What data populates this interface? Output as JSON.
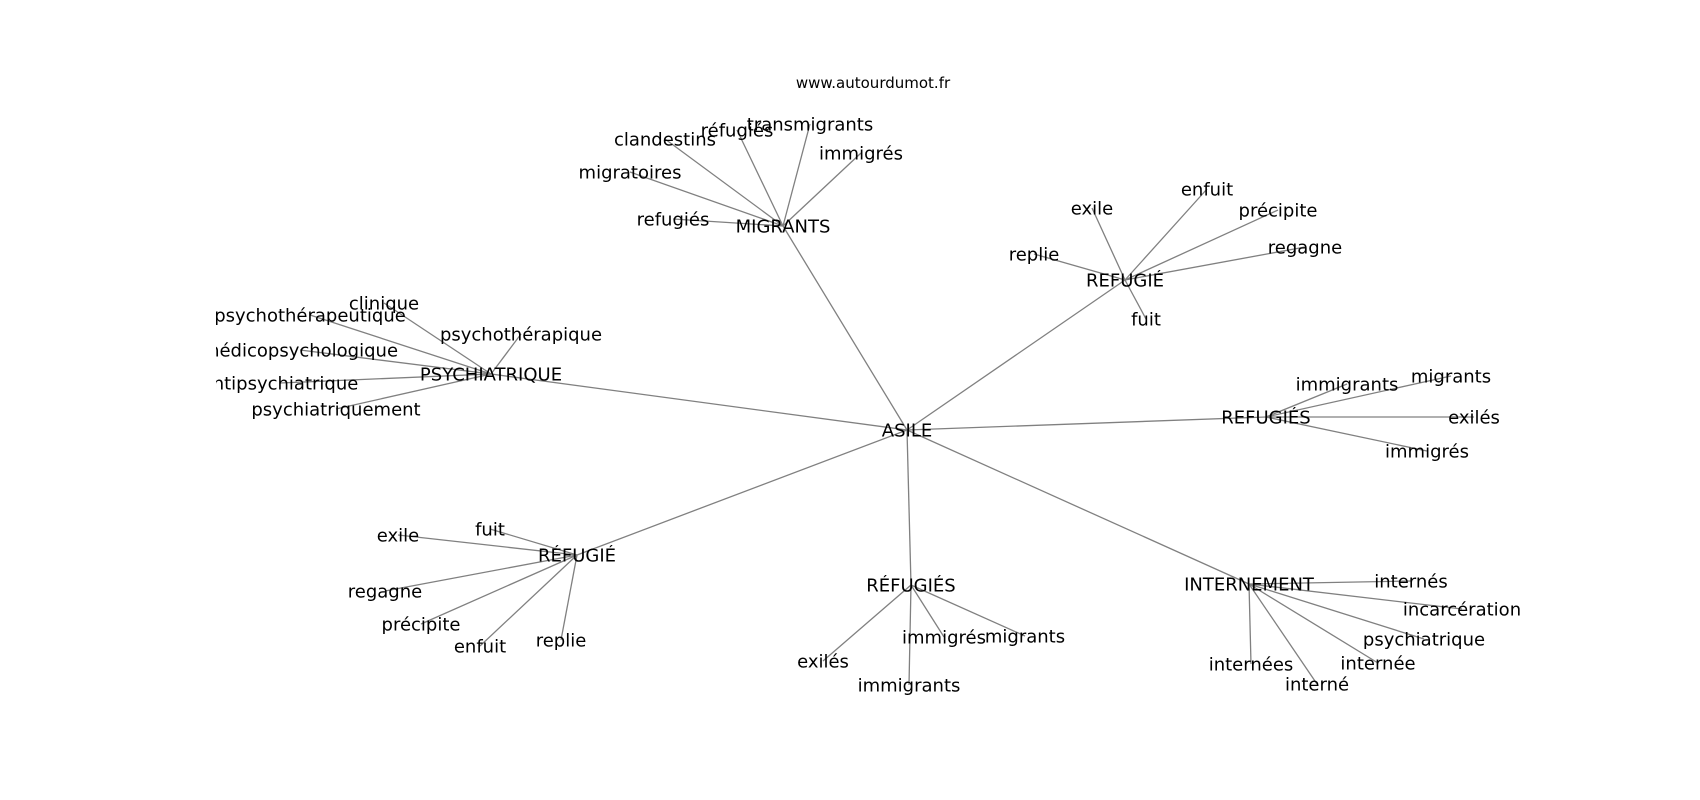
{
  "source": "www.autourdumot.fr",
  "center": "ASILE",
  "hubs": [
    {
      "id": "migrants",
      "label": "MIGRANTS",
      "leaves": [
        "clandestins",
        "réfugiés",
        "transmigrants",
        "immigrés",
        "migratoires",
        "refugiés"
      ]
    },
    {
      "id": "refugie-upper",
      "label": "REFUGIÉ",
      "leaves": [
        "exile",
        "enfuit",
        "précipite",
        "replie",
        "regagne",
        "fuit"
      ]
    },
    {
      "id": "psychiatrique",
      "label": "PSYCHIATRIQUE",
      "leaves": [
        "clinique",
        "psychothérapeutique",
        "psychothérapique",
        "médicopsychologique",
        "antipsychiatrique",
        "psychiatriquement"
      ]
    },
    {
      "id": "refugies-right",
      "label": "REFUGIÉS",
      "leaves": [
        "immigrants",
        "migrants",
        "exilés",
        "immigrés"
      ]
    },
    {
      "id": "refugie-lower",
      "label": "RÉFUGIÉ",
      "leaves": [
        "exile",
        "fuit",
        "regagne",
        "précipite",
        "enfuit",
        "replie"
      ]
    },
    {
      "id": "refugies-bottom",
      "label": "RÉFUGIÉS",
      "leaves": [
        "exilés",
        "immigrés",
        "migrants",
        "immigrants"
      ]
    },
    {
      "id": "internement",
      "label": "INTERNEMENT",
      "leaves": [
        "internés",
        "incarcération",
        "psychiatrique",
        "internée",
        "internées",
        "interné"
      ]
    }
  ]
}
